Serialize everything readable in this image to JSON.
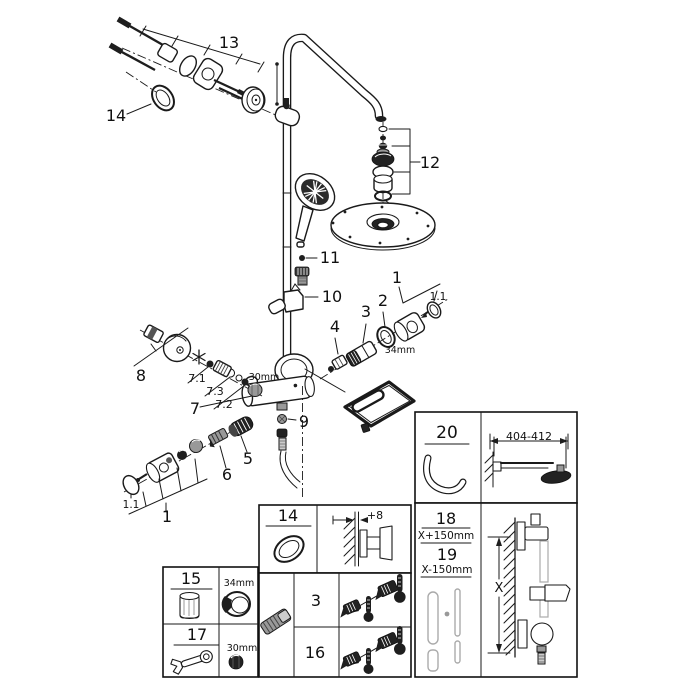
{
  "title": "Shower system exploded-parts technical diagram",
  "colors": {
    "line": "#1a1a1a",
    "dark_fill": "#1e1e1e",
    "gray_fill": "#999999",
    "light_gray": "#aaaaaa",
    "background": "#ffffff"
  },
  "icons": {
    "o_ring": "o-ring-seal",
    "shower_arm_tube": "curved-tube",
    "wrench": "open-end-wrench",
    "ring_nut": "ring-nut",
    "thermometer": "thermometer",
    "cartridge": "thermostat-cartridge",
    "wall_hatch": "wall-section-hatching",
    "rain_head": "rain-shower-head",
    "hand_shower": "hand-shower"
  },
  "main": {
    "l13": "13",
    "l14": "14",
    "l12": "12",
    "l11": "11",
    "l10": "10",
    "g1": {
      "l1": "1",
      "l1_1": "1.1",
      "l2": "2",
      "l3": "3",
      "l4": "4",
      "size": "34mm"
    },
    "g7": {
      "l8": "8",
      "l7_1": "7.1",
      "l7_3": "7.3",
      "l7_2": "7.2",
      "l7": "7",
      "size": "30mm"
    },
    "g5": {
      "l9": "9",
      "l5": "5",
      "l6": "6",
      "l1_1": "1.1",
      "l1": "1"
    }
  },
  "table": {
    "b20": {
      "label": "20"
    },
    "dim404": {
      "label": "404-412"
    },
    "b18": {
      "label": "18",
      "sub": "X+150mm"
    },
    "b19": {
      "label": "19",
      "sub": "X-150mm"
    },
    "dimX": {
      "label": "X"
    },
    "b14": {
      "label": "14",
      "dim": "+8"
    },
    "b15": {
      "label": "15",
      "size": "34mm"
    },
    "b17": {
      "label": "17",
      "size": "30mm"
    },
    "b3": {
      "label": "3"
    },
    "b16": {
      "label": "16"
    }
  }
}
